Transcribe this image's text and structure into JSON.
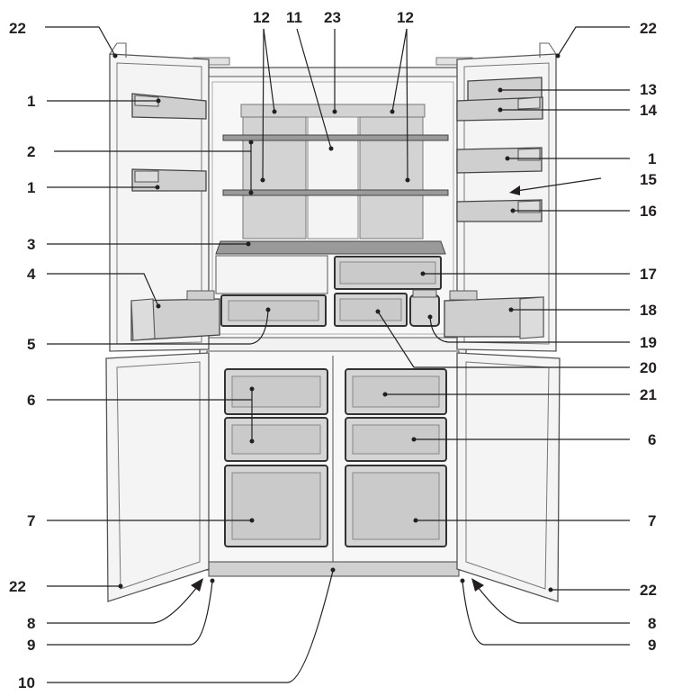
{
  "figure": {
    "labels": [
      {
        "id": "l22a",
        "text": "22"
      },
      {
        "id": "l12a",
        "text": "12"
      },
      {
        "id": "l11",
        "text": "11"
      },
      {
        "id": "l23",
        "text": "23"
      },
      {
        "id": "l12b",
        "text": "12"
      },
      {
        "id": "l22b",
        "text": "22"
      },
      {
        "id": "l1a",
        "text": "1"
      },
      {
        "id": "l13",
        "text": "13"
      },
      {
        "id": "l14",
        "text": "14"
      },
      {
        "id": "l2",
        "text": "2"
      },
      {
        "id": "l1b",
        "text": "1"
      },
      {
        "id": "l1c",
        "text": "1"
      },
      {
        "id": "l15",
        "text": "15"
      },
      {
        "id": "l16",
        "text": "16"
      },
      {
        "id": "l3",
        "text": "3"
      },
      {
        "id": "l4",
        "text": "4"
      },
      {
        "id": "l17",
        "text": "17"
      },
      {
        "id": "l18",
        "text": "18"
      },
      {
        "id": "l5",
        "text": "5"
      },
      {
        "id": "l19",
        "text": "19"
      },
      {
        "id": "l20",
        "text": "20"
      },
      {
        "id": "l6a",
        "text": "6"
      },
      {
        "id": "l21",
        "text": "21"
      },
      {
        "id": "l6b",
        "text": "6"
      },
      {
        "id": "l7a",
        "text": "7"
      },
      {
        "id": "l7b",
        "text": "7"
      },
      {
        "id": "l22c",
        "text": "22"
      },
      {
        "id": "l22d",
        "text": "22"
      },
      {
        "id": "l8a",
        "text": "8"
      },
      {
        "id": "l8b",
        "text": "8"
      },
      {
        "id": "l9a",
        "text": "9"
      },
      {
        "id": "l9b",
        "text": "9"
      },
      {
        "id": "l10",
        "text": "10"
      }
    ]
  }
}
